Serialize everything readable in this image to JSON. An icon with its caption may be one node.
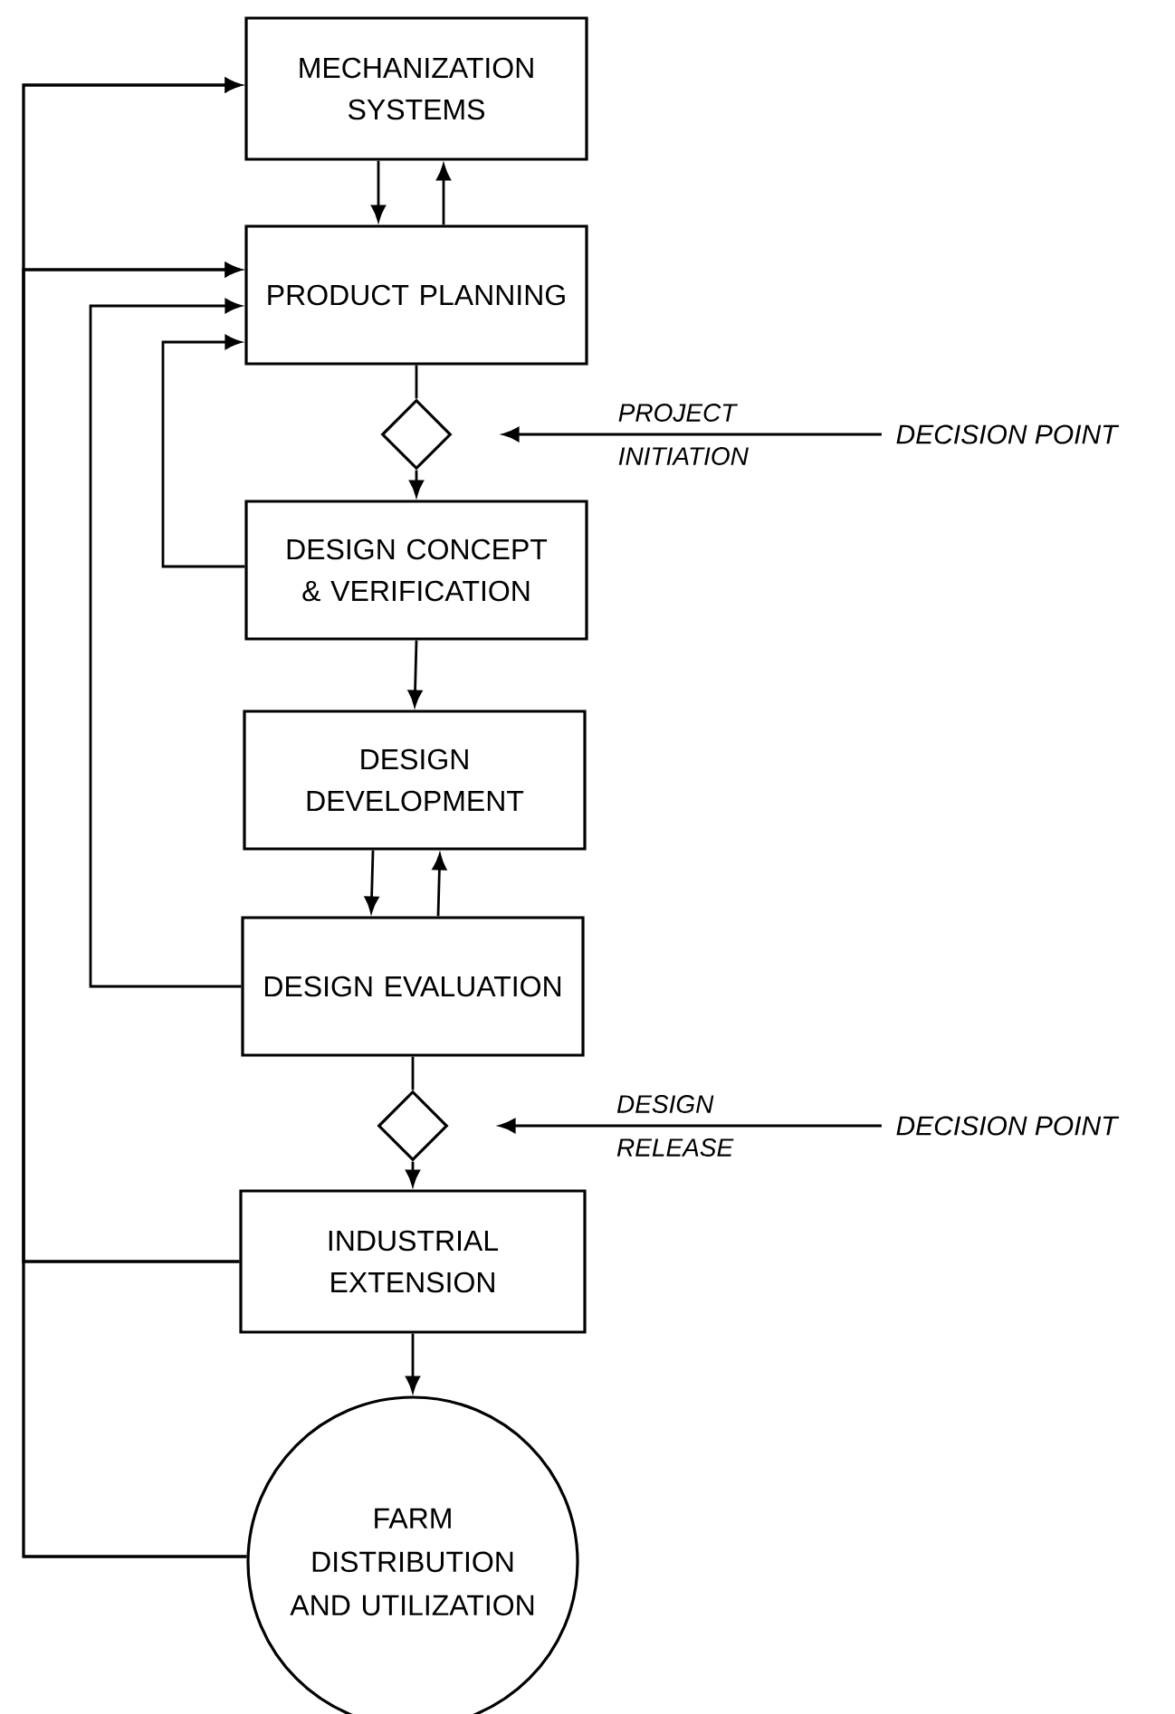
{
  "diagram": {
    "nodes": [
      {
        "text": [
          "MECHANIZATION SYSTEMS"
        ]
      },
      {
        "text": [
          "PRODUCT PLANNING"
        ]
      },
      {
        "text": [],
        "shape": "diamond"
      },
      {
        "text": [
          "DECISION POINT"
        ]
      },
      {
        "text": [
          "DESIGN CONCEPT & VERIFICATION"
        ]
      },
      {
        "text": [
          "DESIGN DEVELOPMENT"
        ]
      },
      {
        "text": [
          "DESIGN EVALUATION"
        ]
      },
      {
        "text": [],
        "shape": "diamond"
      },
      {
        "text": [
          "DECISION POINT"
        ]
      },
      {
        "text": [
          "INDUSTRIAL EXTENSION"
        ]
      },
      {
        "text": [
          "FARM DISTRIBUTION AND UTILIZATION"
        ]
      }
    ],
    "edges": [
      {
        "from": 0,
        "to": 1,
        "arrow": "to"
      },
      {
        "from": 1,
        "to": 0,
        "arrow": "to"
      },
      {
        "from": 1,
        "to": 2,
        "arrow": "none"
      },
      {
        "from": 2,
        "to": 4,
        "arrow": "to"
      },
      {
        "from": 3,
        "to": 2,
        "arrow": "to",
        "label": "PROJECT INITIATION"
      },
      {
        "from": 4,
        "to": 5,
        "arrow": "to"
      },
      {
        "from": 5,
        "to": 6,
        "arrow": "to"
      },
      {
        "from": 6,
        "to": 5,
        "arrow": "to"
      },
      {
        "from": 6,
        "to": 7,
        "arrow": "none"
      },
      {
        "from": 7,
        "to": 9,
        "arrow": "to"
      },
      {
        "from": 8,
        "to": 7,
        "arrow": "to",
        "label": "DESIGN RELEASE"
      },
      {
        "from": 9,
        "to": 10,
        "arrow": "to"
      },
      {
        "from": 9,
        "to": 0,
        "arrow": "to"
      },
      {
        "from": 9,
        "to": 1,
        "arrow": "to"
      },
      {
        "from": 10,
        "to": 0,
        "arrow": "to"
      },
      {
        "from": 10,
        "to": 1,
        "arrow": "to"
      },
      {
        "from": 6,
        "to": 1,
        "arrow": "to"
      },
      {
        "from": 4,
        "to": 1,
        "arrow": "to"
      }
    ]
  }
}
